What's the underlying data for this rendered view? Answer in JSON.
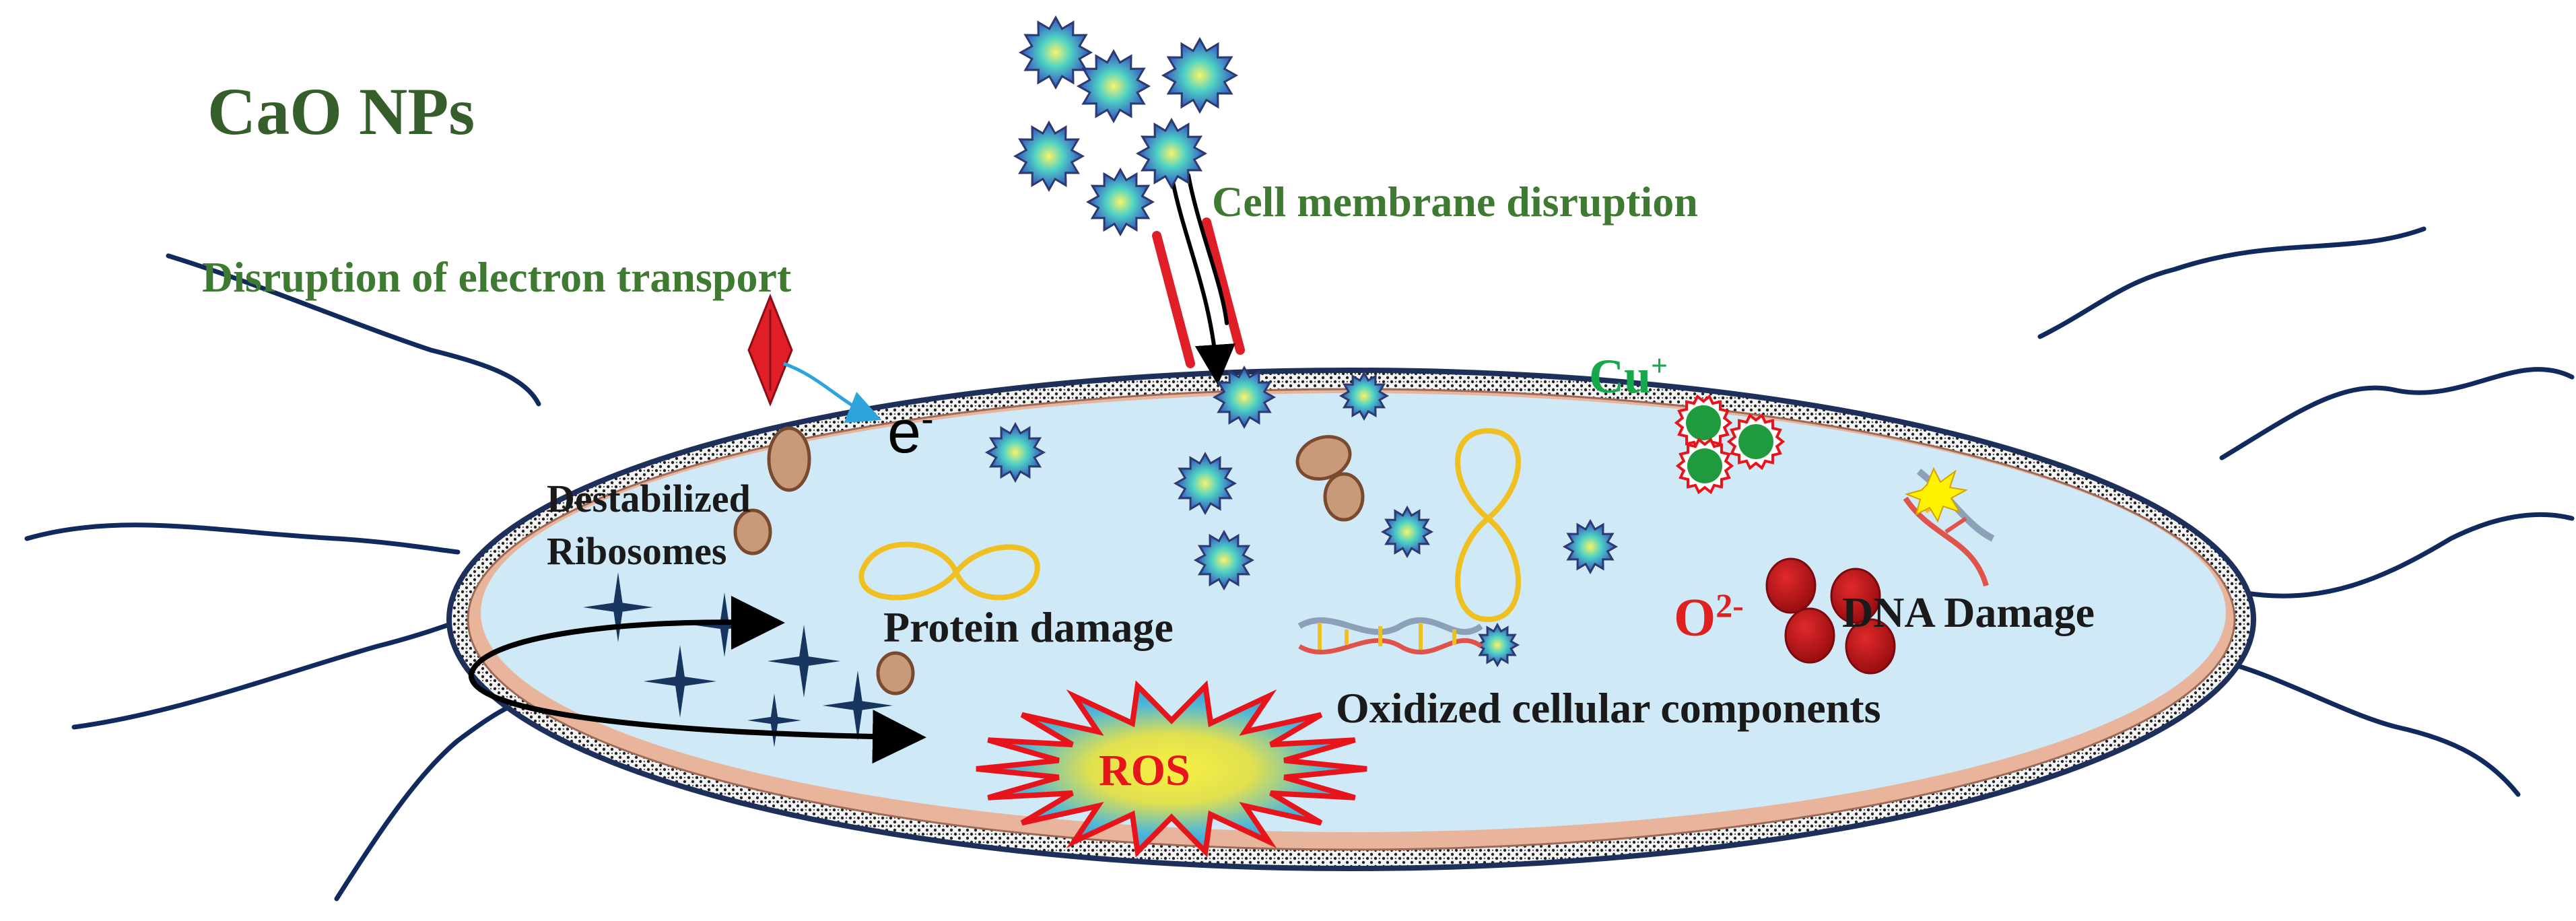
{
  "labels": {
    "cao_nps": "CaO NPs",
    "membrane_disruption": "Cell membrane  disruption",
    "electron_transport": "Disruption  of electron transport",
    "electron": "e",
    "electron_sup": "-",
    "cu": "Cu",
    "cu_sup": "+",
    "destabilized": "Destabilized",
    "ribosomes": "Ribosomes",
    "protein_damage": "Protein damage",
    "oxygen": "O",
    "oxygen_sup": "2-",
    "dna_damage": "DNA Damage",
    "oxidized": "Oxidized  cellular  components",
    "ros": "ROS"
  },
  "colors": {
    "cytoplasm": "#cfe9f7",
    "membrane_border": "#1f2f5c",
    "inner_membrane": "#e8b59c",
    "flagella": "#102a5e",
    "nanoparticle_edge": "#2c3a6e",
    "ribosome_fill": "#c89a7a",
    "protein_loop": "#f0c020",
    "ros_burst": "#e8141b",
    "oxygen_radical": "#b3121a",
    "cu_ion": "#1f9a3f",
    "star_ribosome": "#17355e"
  }
}
